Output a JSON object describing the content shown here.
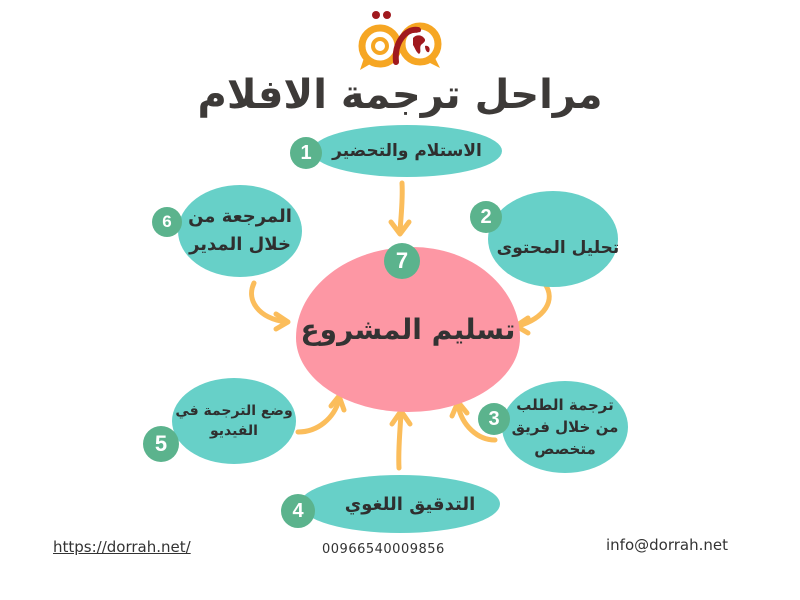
{
  "header": {
    "logo": "dorrah-logo",
    "title": "مراحل ترجمة الافلام"
  },
  "colors": {
    "step_fill": "#67d0c8",
    "center_fill": "#fd97a4",
    "badge_fill": "#5bb38d",
    "arrow": "#fbbd5b",
    "title_text": "#3d3a38",
    "logo_orange": "#f6a623",
    "logo_red": "#a0191e"
  },
  "center": {
    "number": "7",
    "label": "تسليم المشروع"
  },
  "steps": [
    {
      "number": "1",
      "label": "الاستلام والتحضير"
    },
    {
      "number": "2",
      "label": "تحليل المحتوى"
    },
    {
      "number": "3",
      "label": "ترجمة الطلب من خلال فريق متخصص",
      "lines": [
        "ترجمة الطلب",
        "من خلال فريق",
        "متخصص"
      ]
    },
    {
      "number": "4",
      "label": "التدقيق اللغوي"
    },
    {
      "number": "5",
      "label": "وضع الترجمة في الفيديو",
      "lines": [
        "وضع الترجمة في",
        "الفيديو"
      ]
    },
    {
      "number": "6",
      "label": "المرجعة من خلال المدير",
      "lines": [
        "المرجعة من",
        "خلال المدير"
      ]
    }
  ],
  "footer": {
    "website": "https://dorrah.net/",
    "phone": "00966540009856",
    "email": "info@dorrah.net"
  }
}
